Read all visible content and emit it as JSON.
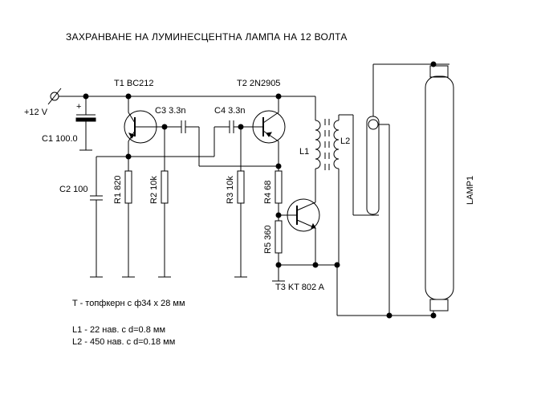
{
  "title": "ЗАХРАНВАНЕ  НА  ЛУМИНЕСЦЕНТНА  ЛАМПА  НА  12  ВОЛТА",
  "labels": {
    "supply": "+12 V",
    "c1": "C1 100.0",
    "c1_polarity": "+",
    "c2": "C2 100",
    "t1": "T1 BC212",
    "t2": "T2 2N2905",
    "t3": "T3 KT 802 A",
    "c3": "C3 3.3n",
    "c4": "C4 3.3n",
    "r1": "R1 820",
    "r2": "R2 10k",
    "r3": "R3 10k",
    "r4": "R4 68",
    "r5": "R5 360",
    "l1": "L1",
    "l2": "L2",
    "lamp": "LAMP1"
  },
  "notes": {
    "core": "T  - топфкерн с ф34 х 28 мм",
    "l1": "L1 - 22 нав. с d=0.8 мм",
    "l2": "L2 - 450 нав. с d=0.18 мм"
  }
}
